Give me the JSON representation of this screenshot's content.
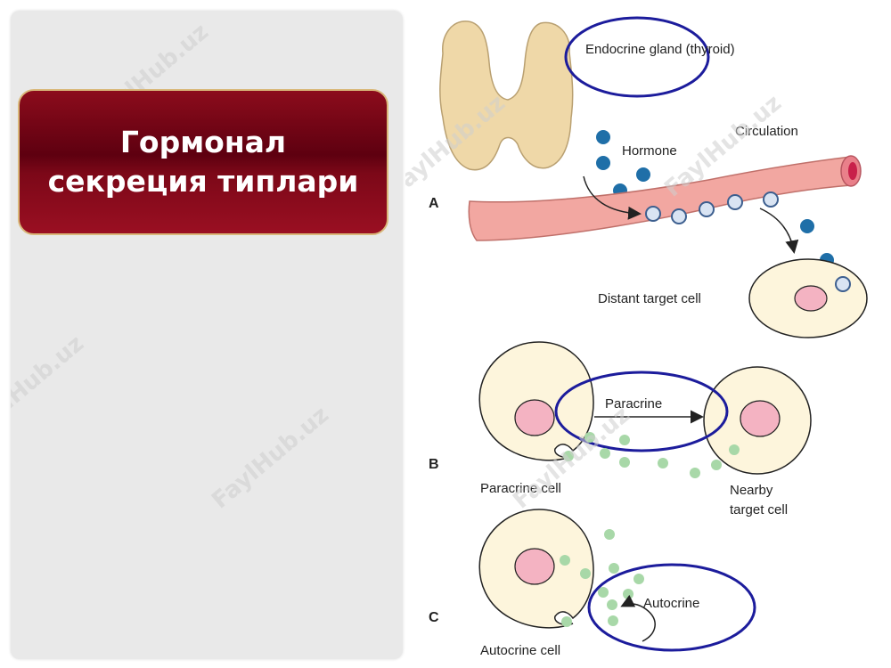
{
  "slide": {
    "title_lines": [
      "Гормонал",
      "секреция типлари"
    ]
  },
  "diagram": {
    "panel_a": {
      "letter": "A",
      "gland_label": "Endocrine gland (thyroid)",
      "hormone_label": "Hormone",
      "circulation_label": "Circulation",
      "target_label": "Distant target cell"
    },
    "panel_b": {
      "letter": "B",
      "arrow_label": "Paracrine",
      "source_label": "Paracrine cell",
      "target_label_1": "Nearby",
      "target_label_2": "target cell"
    },
    "panel_c": {
      "letter": "C",
      "arrow_label": "Autocrine",
      "source_label": "Autocrine cell"
    }
  },
  "watermark": "FaylHub.uz",
  "colors": {
    "title_bg": "#6e0514",
    "title_border": "#d9b87a",
    "cell_fill": "#fdf5dc",
    "nucleus_fill": "#f4b3c2",
    "vessel_fill": "#f2a7a1",
    "hormone_blue": "#1f6fa8",
    "molecule_green": "#a8d8a8",
    "highlight_ellipse": "#1c1c9c"
  }
}
